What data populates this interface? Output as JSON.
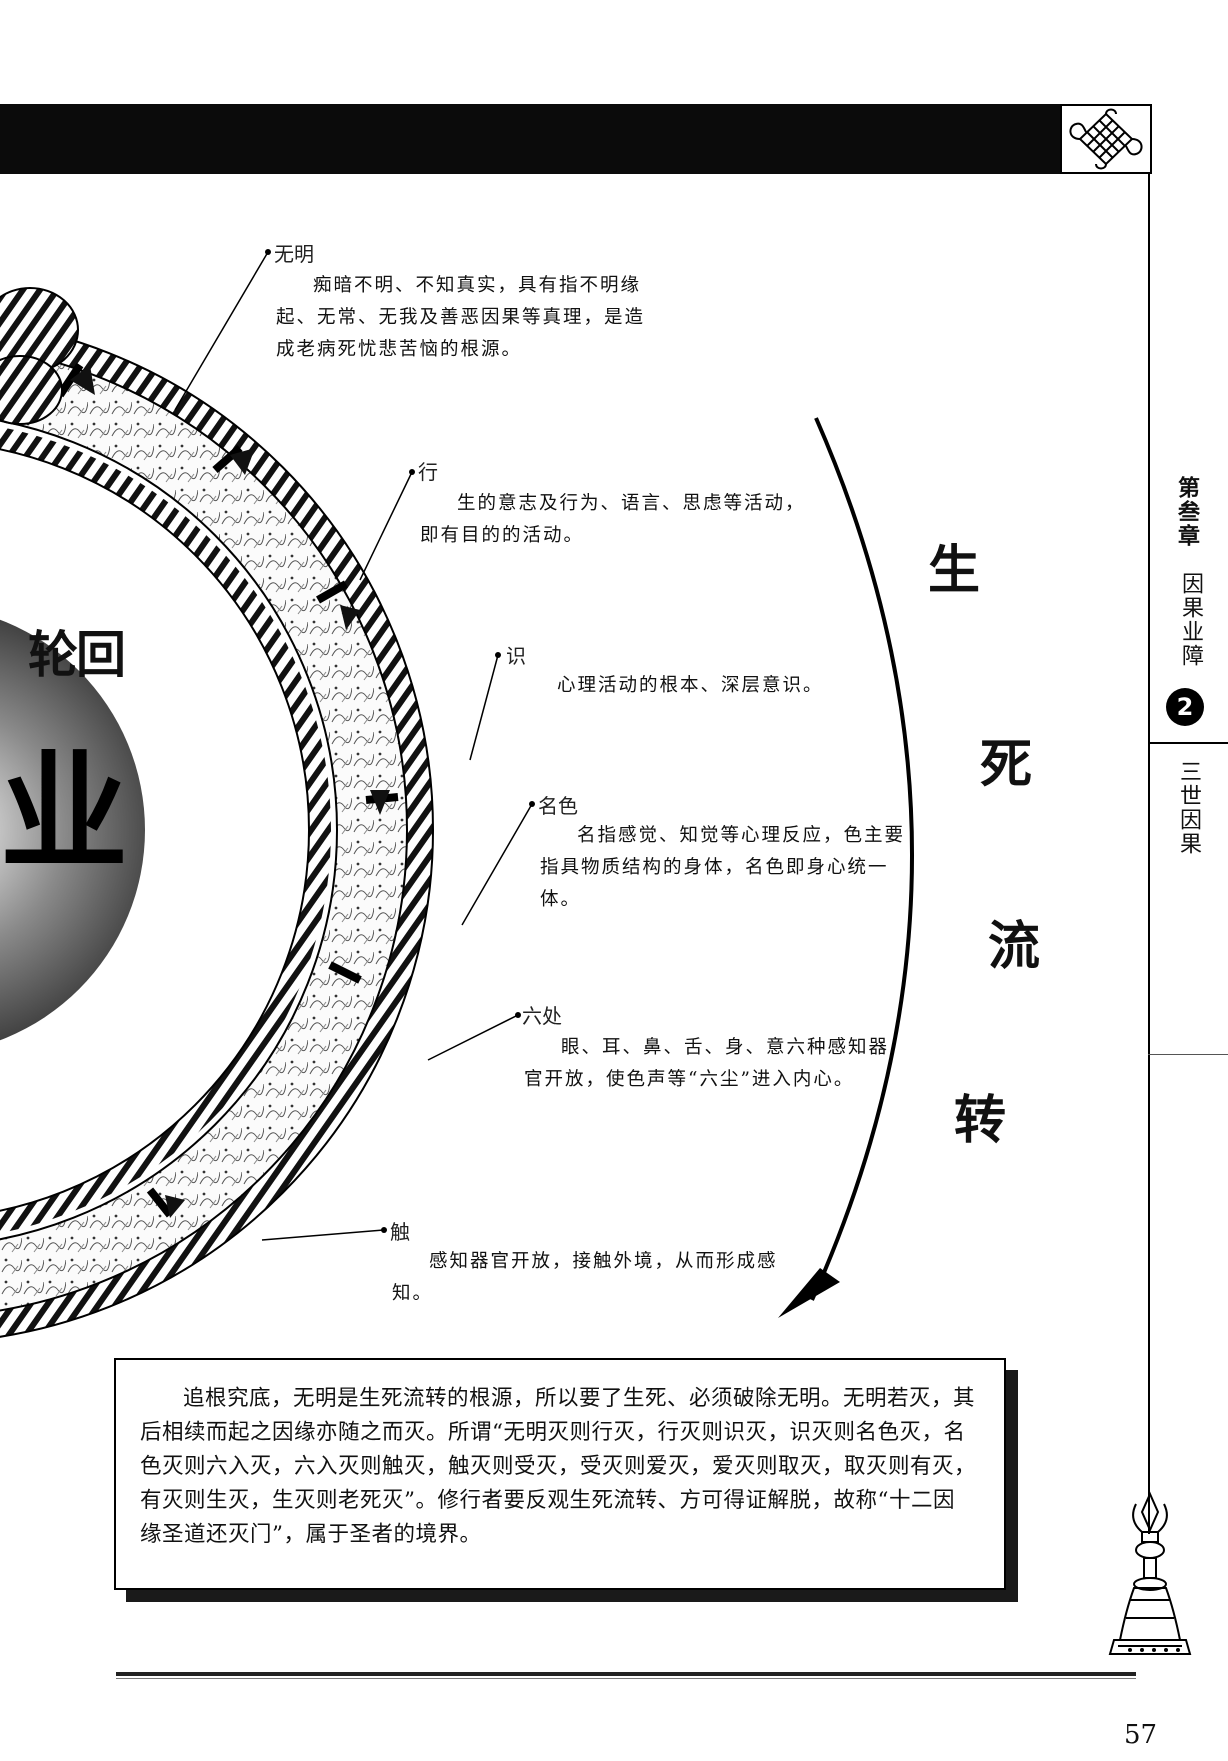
{
  "wheel_label": "轮回",
  "wheel_center_char": "业",
  "flow_title": [
    "生",
    "死",
    "流",
    "转"
  ],
  "annotations": [
    {
      "term": "无明",
      "desc": "痴暗不明、不知真实，具有指不明缘起、无常、无我及善恶因果等真理，是造成老病死忧悲苦恼的根源。"
    },
    {
      "term": "行",
      "desc": "生的意志及行为、语言、思虑等活动，即有目的的活动。"
    },
    {
      "term": "识",
      "desc": "心理活动的根本、深层意识。"
    },
    {
      "term": "名色",
      "desc": "名指感觉、知觉等心理反应，色主要指具物质结构的身体，名色即身心统一体。"
    },
    {
      "term": "六处",
      "desc": "眼、耳、鼻、舌、身、意六种感知器官开放，使色声等“六尘”进入内心。"
    },
    {
      "term": "触",
      "desc": "感知器官开放，接触外境，从而形成感知。"
    }
  ],
  "summary": "追根究底，无明是生死流转的根源，所以要了生死、必须破除无明。无明若灭，其后相续而起之因缘亦随之而灭。所谓“无明灭则行灭，行灭则识灭，识灭则名色灭，名色灭则六入灭，六入灭则触灭，触灭则受灭，受灭则爱灭，爱灭则取灭，取灭则有灭，有灭则生灭，生灭则老死灭”。修行者要反观生死流转、方可得证解脱，故称“十二因缘圣道还灭门”，属于圣者的境界。",
  "sidebar": {
    "chapter": "第叁章",
    "chapter_title": "因果业障",
    "section_number": "2",
    "section_title": "三世因果"
  },
  "page_number": "57",
  "colors": {
    "ink": "#111111",
    "band": "#0b0b0b",
    "paper": "#ffffff"
  },
  "icons": [
    "endless-knot-icon",
    "vajra-bell-icon"
  ]
}
